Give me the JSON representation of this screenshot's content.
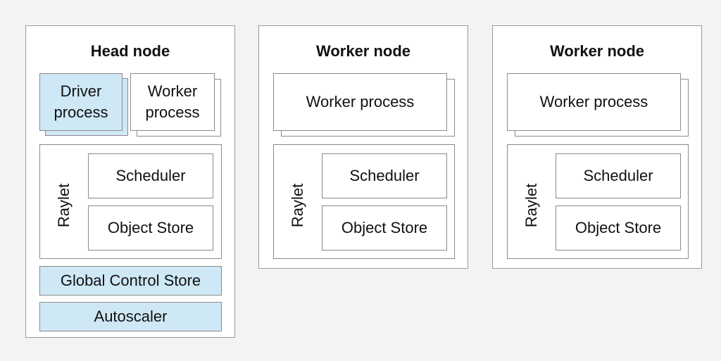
{
  "colors": {
    "background": "#f3f3f3",
    "node_fill": "#ffffff",
    "border": "#999999",
    "highlight_fill": "#cfe8f6"
  },
  "head_node": {
    "title": "Head node",
    "driver_process": "Driver\nprocess",
    "worker_process": "Worker\nprocess",
    "raylet_label": "Raylet",
    "scheduler": "Scheduler",
    "object_store": "Object Store",
    "global_control_store": "Global Control Store",
    "autoscaler": "Autoscaler"
  },
  "worker_nodes": [
    {
      "title": "Worker node",
      "worker_process": "Worker process",
      "raylet_label": "Raylet",
      "scheduler": "Scheduler",
      "object_store": "Object Store"
    },
    {
      "title": "Worker node",
      "worker_process": "Worker process",
      "raylet_label": "Raylet",
      "scheduler": "Scheduler",
      "object_store": "Object Store"
    }
  ]
}
